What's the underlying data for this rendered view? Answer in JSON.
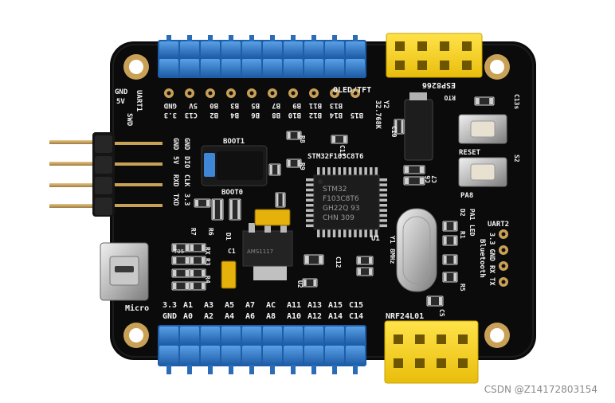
{
  "board": {
    "top_header_label": "OLED/TFT",
    "esp_label": "ESP8266",
    "top_pins": [
      "GND",
      "3.3",
      "5V",
      "C13",
      "B0",
      "B2",
      "B3",
      "B4",
      "B5",
      "B6",
      "B7",
      "B8",
      "B9",
      "B10",
      "B11",
      "B12",
      "B13",
      "B14",
      "B15"
    ],
    "left_labels": [
      "GND",
      "5V",
      "SWD",
      "UART1"
    ],
    "swd_pins": [
      "GND",
      "DIO",
      "CLK",
      "3.3"
    ],
    "uart1_pins": [
      "GND",
      "5V",
      "RXD",
      "TXD"
    ],
    "boot_top": "BOOT1",
    "boot_bottom": "BOOT0",
    "r8": "R8",
    "r9": "R9",
    "mcu_label": "STM32F103C8T6",
    "chip_text": [
      "STM32",
      "F103C8T6",
      "GH22Q 93",
      "CHN 309"
    ],
    "crystal_label": "Y2",
    "crystal_freq": "32.768K",
    "c10": "C10",
    "c6": "C6",
    "c7": "C7",
    "c13s": "C13s",
    "rto": "RTO",
    "reset_label": "RESET",
    "pa8_label": "PA8",
    "s2_label": "S2",
    "c11": "C11",
    "c12": "C12",
    "u1": "U1",
    "u2": "U2",
    "y1": "Y1",
    "freq8": "8MHz",
    "c1": "C1",
    "c5": "C5",
    "d1": "D1",
    "r6": "R6",
    "r7": "R7",
    "r1": "R1",
    "r4": "R4",
    "rx": "RX",
    "r3": "R3",
    "d2": "D2",
    "pa1": "PA1",
    "led": "LED",
    "r5": "R5",
    "bt_text": [
      "UART2",
      "Bluetooth",
      "3.3 GND RX TX"
    ],
    "micro_label": "Micro",
    "t05": "T05",
    "ams": "AMS1117",
    "bottom_row1": [
      "3.3",
      "A1",
      "A3",
      "A5",
      "A7",
      "AC",
      "A11",
      "A13",
      "A15",
      "C15"
    ],
    "bottom_row2": [
      "GND",
      "A0",
      "A2",
      "A4",
      "A6",
      "A8",
      "A10",
      "A12",
      "A14",
      "C14"
    ],
    "nrf_label": "NRF24L01"
  },
  "watermark": "CSDN @Z14172803154",
  "colors": {
    "pcb": "#0b0b0b",
    "silk": "#f2f2f2",
    "blue_header": "#2f78c4",
    "yellow_header": "#f5d21f",
    "gold": "#c8a157"
  }
}
